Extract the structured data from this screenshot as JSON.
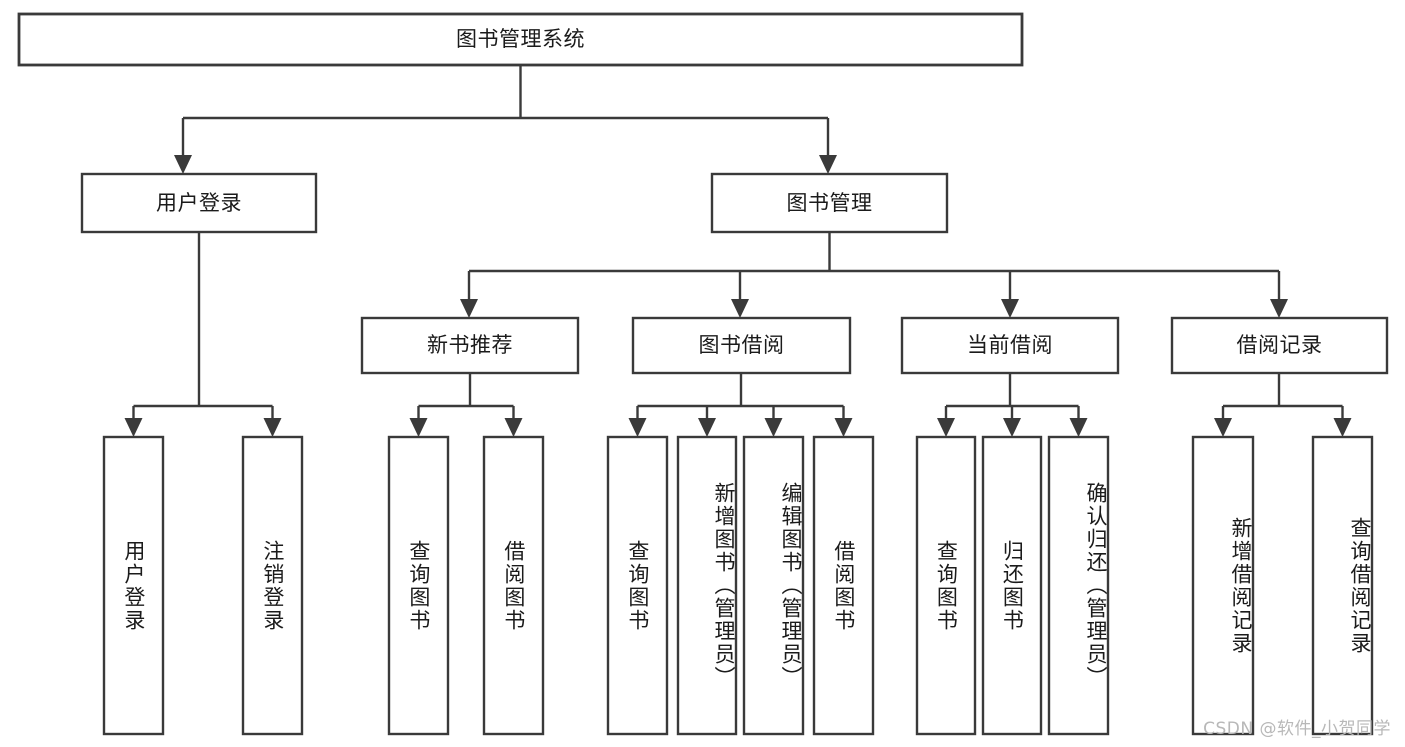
{
  "diagram": {
    "title": "图书管理系统",
    "type": "tree-hierarchy",
    "orientation": "top-down",
    "colors": {
      "box_stroke": "#3a3a3a",
      "box_fill": "#ffffff",
      "connector": "#3a3a3a",
      "text": "#1b1b1b",
      "background": "#ffffff",
      "watermark": "#b8b8b8"
    },
    "levels": {
      "root": "图书管理系统",
      "level2": [
        "用户登录",
        "图书管理"
      ],
      "level3": [
        "新书推荐",
        "图书借阅",
        "当前借阅",
        "借阅记录"
      ]
    },
    "nodes": {
      "root": {
        "label": "图书管理系统"
      },
      "user_login": {
        "label": "用户登录"
      },
      "book_manage": {
        "label": "图书管理"
      },
      "new_book_rec": {
        "label": "新书推荐"
      },
      "book_borrow": {
        "label": "图书借阅"
      },
      "current_borrow": {
        "label": "当前借阅"
      },
      "borrow_record": {
        "label": "借阅记录"
      },
      "leaf_user_login": {
        "label": "用户登录"
      },
      "leaf_logout": {
        "label": "注销登录"
      },
      "leaf_query_book_1": {
        "label": "查询图书"
      },
      "leaf_borrow_book_1": {
        "label": "借阅图书"
      },
      "leaf_query_book_2": {
        "label": "查询图书"
      },
      "leaf_add_book": {
        "label": "新增图书（管理员）"
      },
      "leaf_edit_book": {
        "label": "编辑图书（管理员）"
      },
      "leaf_borrow_book_2": {
        "label": "借阅图书"
      },
      "leaf_query_book_3": {
        "label": "查询图书"
      },
      "leaf_return_book": {
        "label": "归还图书"
      },
      "leaf_confirm_return": {
        "label": "确认归还（管理员）"
      },
      "leaf_add_record": {
        "label": "新增借阅记录"
      },
      "leaf_query_record": {
        "label": "查询借阅记录"
      }
    },
    "edges": [
      {
        "from": "root",
        "to": "user_login"
      },
      {
        "from": "root",
        "to": "book_manage"
      },
      {
        "from": "user_login",
        "to": "leaf_user_login"
      },
      {
        "from": "user_login",
        "to": "leaf_logout"
      },
      {
        "from": "book_manage",
        "to": "new_book_rec"
      },
      {
        "from": "book_manage",
        "to": "book_borrow"
      },
      {
        "from": "book_manage",
        "to": "current_borrow"
      },
      {
        "from": "book_manage",
        "to": "borrow_record"
      },
      {
        "from": "new_book_rec",
        "to": "leaf_query_book_1"
      },
      {
        "from": "new_book_rec",
        "to": "leaf_borrow_book_1"
      },
      {
        "from": "book_borrow",
        "to": "leaf_query_book_2"
      },
      {
        "from": "book_borrow",
        "to": "leaf_add_book"
      },
      {
        "from": "book_borrow",
        "to": "leaf_edit_book"
      },
      {
        "from": "book_borrow",
        "to": "leaf_borrow_book_2"
      },
      {
        "from": "current_borrow",
        "to": "leaf_query_book_3"
      },
      {
        "from": "current_borrow",
        "to": "leaf_return_book"
      },
      {
        "from": "current_borrow",
        "to": "leaf_confirm_return"
      },
      {
        "from": "borrow_record",
        "to": "leaf_add_record"
      },
      {
        "from": "borrow_record",
        "to": "leaf_query_record"
      }
    ]
  },
  "watermark": {
    "text": "CSDN @软件_小贺同学"
  }
}
